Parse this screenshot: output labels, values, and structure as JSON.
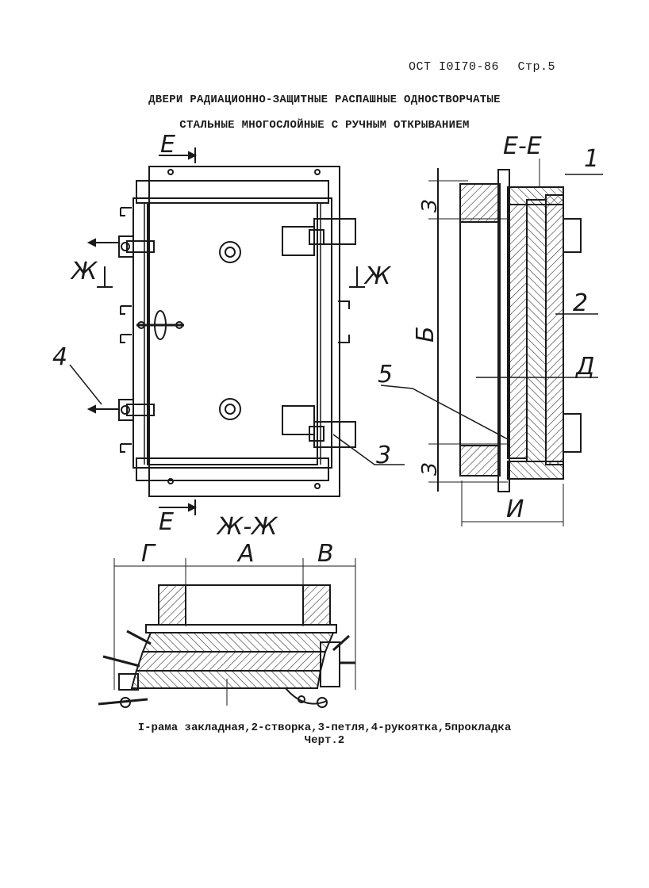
{
  "header": {
    "standard": "ОСТ I0I70-86",
    "page": "Стр.5"
  },
  "title": {
    "line1": "ДВЕРИ РАДИАЦИОННО-ЗАЩИТНЫЕ РАСПАШНЫЕ ОДНОСТВОРЧАТЫЕ",
    "line2": "СТАЛЬНЫЕ МНОГОСЛОЙНЫЕ С РУЧНЫМ ОТКРЫВАНИЕМ"
  },
  "labels": {
    "section_e": "Е",
    "section_zh": "Ж",
    "section_ee": "Е-Е",
    "section_zhzh": "Ж-Ж",
    "dim_b": "Б",
    "dim_z": "З",
    "dim_d": "Д",
    "dim_i": "И",
    "dim_g": "Г",
    "dim_a": "А",
    "dim_v": "В",
    "pos_1": "1",
    "pos_2": "2",
    "pos_3": "3",
    "pos_4": "4",
    "pos_5": "5"
  },
  "caption": {
    "line1": "I-рама закладная,2-створка,3-петля,4-рукоятка,5прокладка",
    "line2": "Черт.2"
  }
}
